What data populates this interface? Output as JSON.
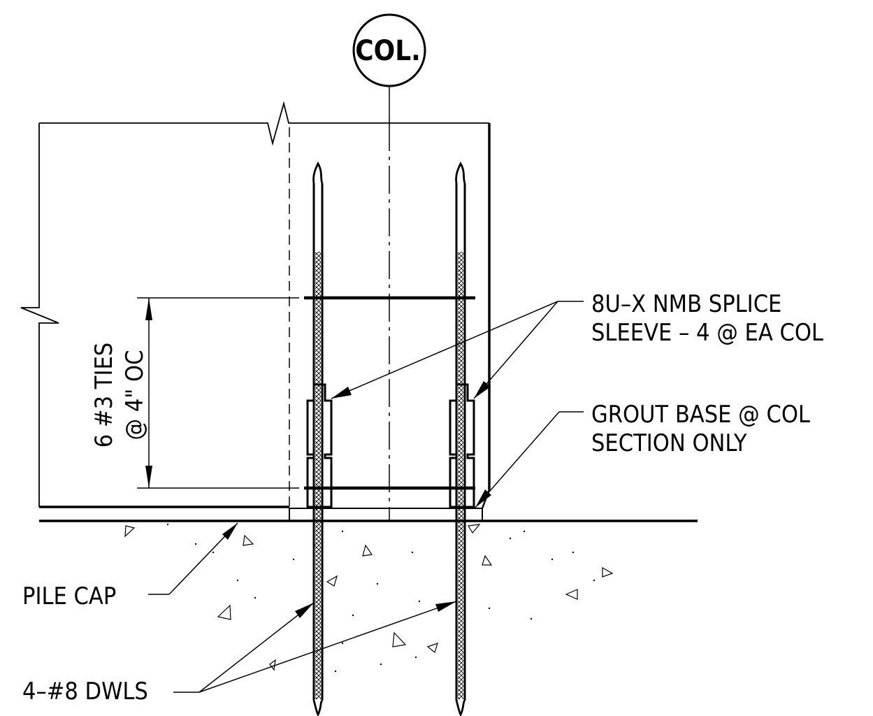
{
  "column_tag": {
    "text": "COL."
  },
  "callouts": {
    "splice_sleeve": {
      "line1": "8U–X NMB SPLICE",
      "line2": "SLEEVE – 4 @ EA COL"
    },
    "grout_base": {
      "line1": "GROUT BASE @ COL",
      "line2": "SECTION ONLY"
    },
    "pile_cap": {
      "text": "PILE CAP"
    },
    "dowels": {
      "text": "4–#8 DWLS"
    },
    "ties": {
      "line1": "6 #3 TIES",
      "line2": "@ 4\" OC"
    }
  }
}
